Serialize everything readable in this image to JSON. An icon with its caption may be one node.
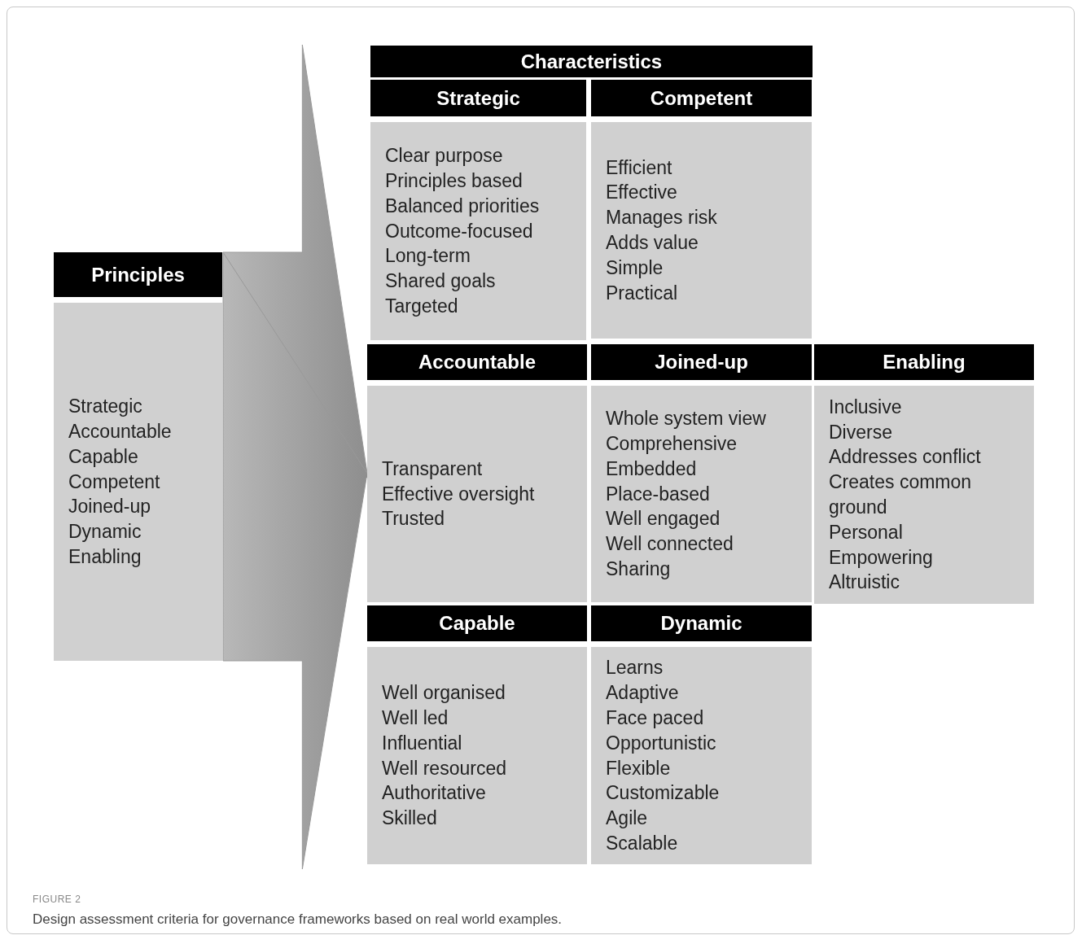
{
  "diagram": {
    "caption": "Design assessment criteria for governance frameworks based on real world examples.",
    "nodes": [
      {
        "text": [
          "Principles",
          "Strategic",
          "Accountable",
          "Capable",
          "Competent",
          "Joined-up",
          "Dynamic",
          "Enabling"
        ]
      },
      {
        "text": [
          "Characteristics"
        ]
      },
      {
        "text": [
          "Strategic",
          "Clear purpose",
          "Principles based",
          "Balanced priorities",
          "Outcome-focused",
          "Long-term",
          "Shared goals",
          "Targeted"
        ]
      },
      {
        "text": [
          "Competent",
          "Efficient",
          "Effective",
          "Manages risk",
          "Adds value",
          "Simple",
          "Practical"
        ]
      },
      {
        "text": [
          "Accountable",
          "Transparent",
          "Effective oversight",
          "Trusted"
        ]
      },
      {
        "text": [
          "Joined-up",
          "Whole system view",
          "Comprehensive",
          "Embedded",
          "Place-based",
          "Well engaged",
          "Well connected",
          "Sharing"
        ]
      },
      {
        "text": [
          "Enabling",
          "Inclusive",
          "Diverse",
          "Addresses conflict",
          "Creates common ground",
          "Personal",
          "Empowering",
          "Altruistic"
        ]
      },
      {
        "text": [
          "Capable",
          "Well organised",
          "Well led",
          "Influential",
          "Well resourced",
          "Authoritative",
          "Skilled"
        ]
      },
      {
        "text": [
          "Dynamic",
          "Learns",
          "Adaptive",
          "Face paced",
          "Opportunistic",
          "Flexible",
          "Customizable",
          "Agile",
          "Scalable"
        ]
      }
    ],
    "edges": [
      {
        "from": 0,
        "to": 4,
        "arrow": "to"
      }
    ],
    "labels": [
      "FIGURE 2"
    ]
  }
}
